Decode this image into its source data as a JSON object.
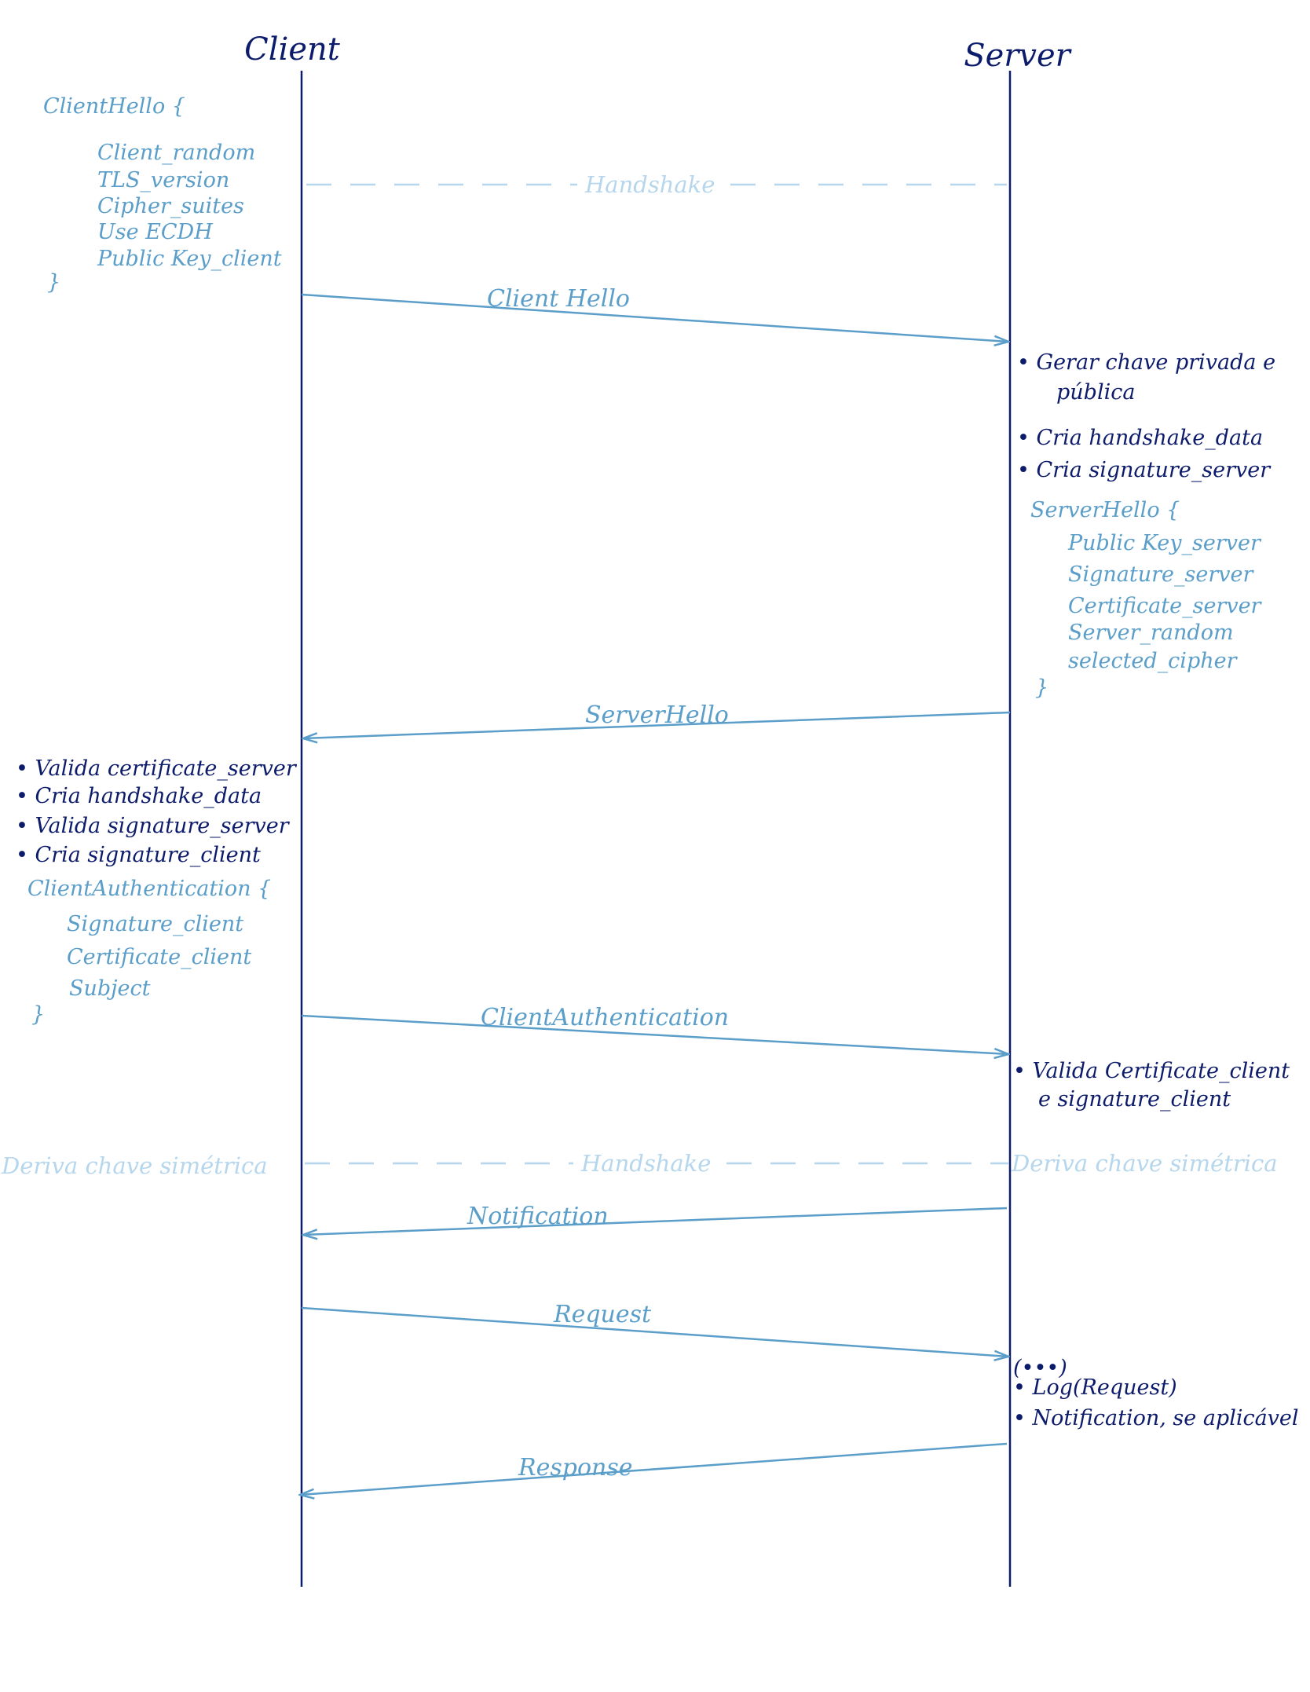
{
  "actors": {
    "client": "Client",
    "server": "Server"
  },
  "dividers": {
    "handshake_start": "Handshake",
    "handshake_end": "Handshake",
    "client_derive": "Deriva chave simétrica",
    "server_derive": "Deriva chave simétrica"
  },
  "client_hello_block": {
    "open": "ClientHello {",
    "fields": [
      "Client_random",
      "TLS_version",
      "Cipher_suites",
      "Use ECDH",
      "Public Key_client"
    ],
    "close": "}"
  },
  "messages": {
    "client_hello": "Client Hello",
    "server_hello": "ServerHello",
    "client_authentication": "ClientAuthentication",
    "notification": "Notification",
    "request": "Request",
    "response": "Response"
  },
  "server_steps_1": [
    "• Gerar chave privada e",
    "pública",
    "• Cria handshake_data",
    "• Cria signature_server"
  ],
  "server_hello_block": {
    "open": "ServerHello {",
    "fields": [
      "Public Key_server",
      "Signature_server",
      "Certificate_server",
      "Server_random",
      "selected_cipher"
    ],
    "close": "}"
  },
  "client_steps": [
    "• Valida certificate_server",
    "• Cria handshake_data",
    "• Valida signature_server",
    "• Cria signature_client"
  ],
  "client_auth_block": {
    "open": "ClientAuthentication {",
    "fields": [
      "Signature_client",
      "Certificate_client",
      "Subject"
    ],
    "close": "}"
  },
  "server_steps_2": [
    "• Valida Certificate_client",
    "e signature_client"
  ],
  "server_steps_3": [
    "(•••)",
    "• Log(Request)",
    "• Notification, se aplicável"
  ],
  "colors": {
    "dark_ink": "#0d1b6b",
    "blue_ink": "#5a9ec9",
    "faint_ink": "#b5d6ec"
  }
}
